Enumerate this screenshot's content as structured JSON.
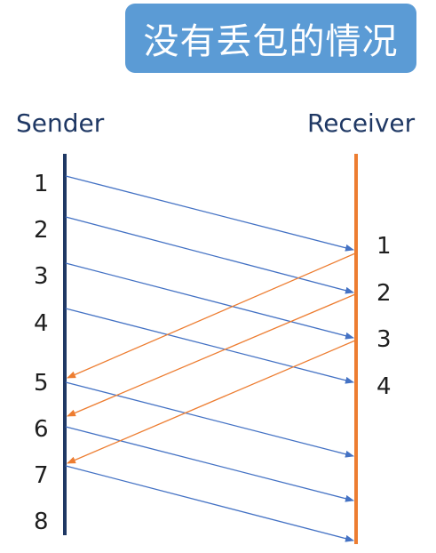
{
  "title": "没有丢包的情况",
  "sender_label": "Sender",
  "receiver_label": "Receiver",
  "sender_numbers": [
    "1",
    "2",
    "3",
    "4",
    "5",
    "6",
    "7",
    "8"
  ],
  "receiver_numbers": [
    "1",
    "2",
    "3",
    "4"
  ],
  "colors": {
    "title_bg": "#5b9bd5",
    "sender_line": "#1f3864",
    "receiver_line": "#ed7d31",
    "data_arrow": "#4472c4",
    "ack_arrow": "#ed7d31"
  }
}
